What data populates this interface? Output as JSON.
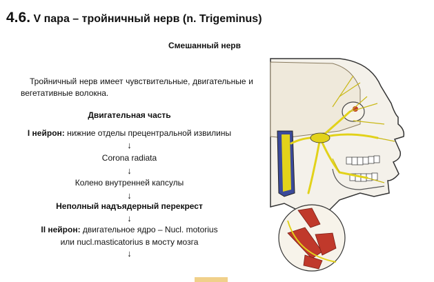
{
  "header": {
    "number": "4.6.",
    "title": "V пара – тройничный нерв (n. Trigeminus)"
  },
  "subtitle": "Смешанный нерв",
  "paragraph": "Тройничный нерв имеет чувствительные, двигательные и вегетативные волокна.",
  "motor": {
    "heading": "Двигательная часть",
    "neuron1_label": "I нейрон:",
    "neuron1_text": " нижние отделы прецентральной извилины",
    "arrow": "↓",
    "step2": "Corona radiata",
    "step3": "Колено внутренней капсулы",
    "step4": "Неполный надъядерный перекрест",
    "neuron2_label": "II нейрон:",
    "neuron2_text": " двигательное ядро – Nucl. motorius",
    "neuron2_text2": "или nucl.masticatorius в мосту мозга"
  },
  "colors": {
    "nerve": "#e2d21a",
    "muscle": "#c0392b",
    "outline": "#333333",
    "skull": "#f4f1ea"
  }
}
